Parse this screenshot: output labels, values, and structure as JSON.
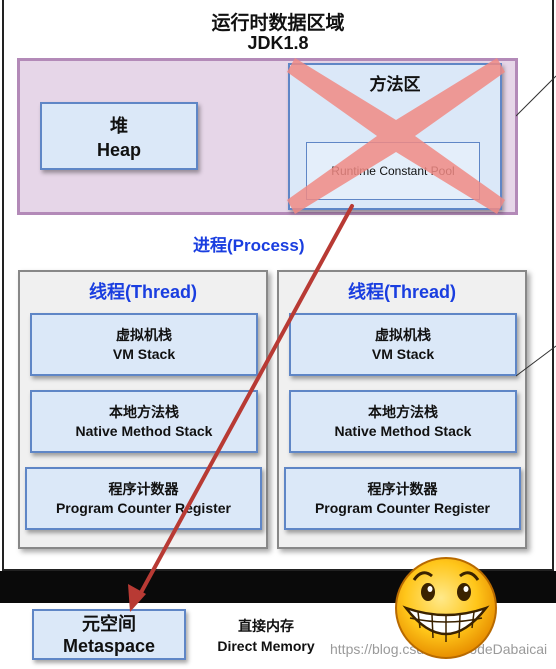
{
  "diagram": {
    "title_zh": "运行时数据区域",
    "title_en": "JDK1.8",
    "heap": {
      "zh": "堆",
      "en": "Heap"
    },
    "method_area": {
      "title": "方法区",
      "runtime_pool": "Runtime Constant Pool"
    },
    "process_label": "进程(Process)",
    "threads": [
      {
        "title": "线程(Thread)",
        "vm_stack": {
          "zh": "虚拟机栈",
          "en": "VM Stack"
        },
        "native_stack": {
          "zh": "本地方法栈",
          "en": "Native Method Stack"
        },
        "pc": {
          "zh": "程序计数器",
          "en": "Program Counter Register"
        }
      },
      {
        "title": "线程(Thread)",
        "vm_stack": {
          "zh": "虚拟机栈",
          "en": "VM Stack"
        },
        "native_stack": {
          "zh": "本地方法栈",
          "en": "Native Method Stack"
        },
        "pc": {
          "zh": "程序计数器",
          "en": "Program Counter Register"
        }
      }
    ],
    "metaspace": {
      "zh": "元空间",
      "en": "Metaspace"
    },
    "direct_memory": {
      "zh": "直接内存",
      "en": "Direct Memory"
    },
    "watermark": "https://blog.csdn.net/CodeDabaicai"
  },
  "colors": {
    "shared_fill": "#e6d6e8",
    "box_fill": "#dbe8f8",
    "box_border": "#5f86c6",
    "thread_fill": "#f0f0f0",
    "process_text": "#1a3ee0",
    "cross": "#f08a84",
    "arrow": "#b83a34"
  },
  "icons": [
    "cross-mark-icon",
    "grinning-emoji-icon"
  ]
}
